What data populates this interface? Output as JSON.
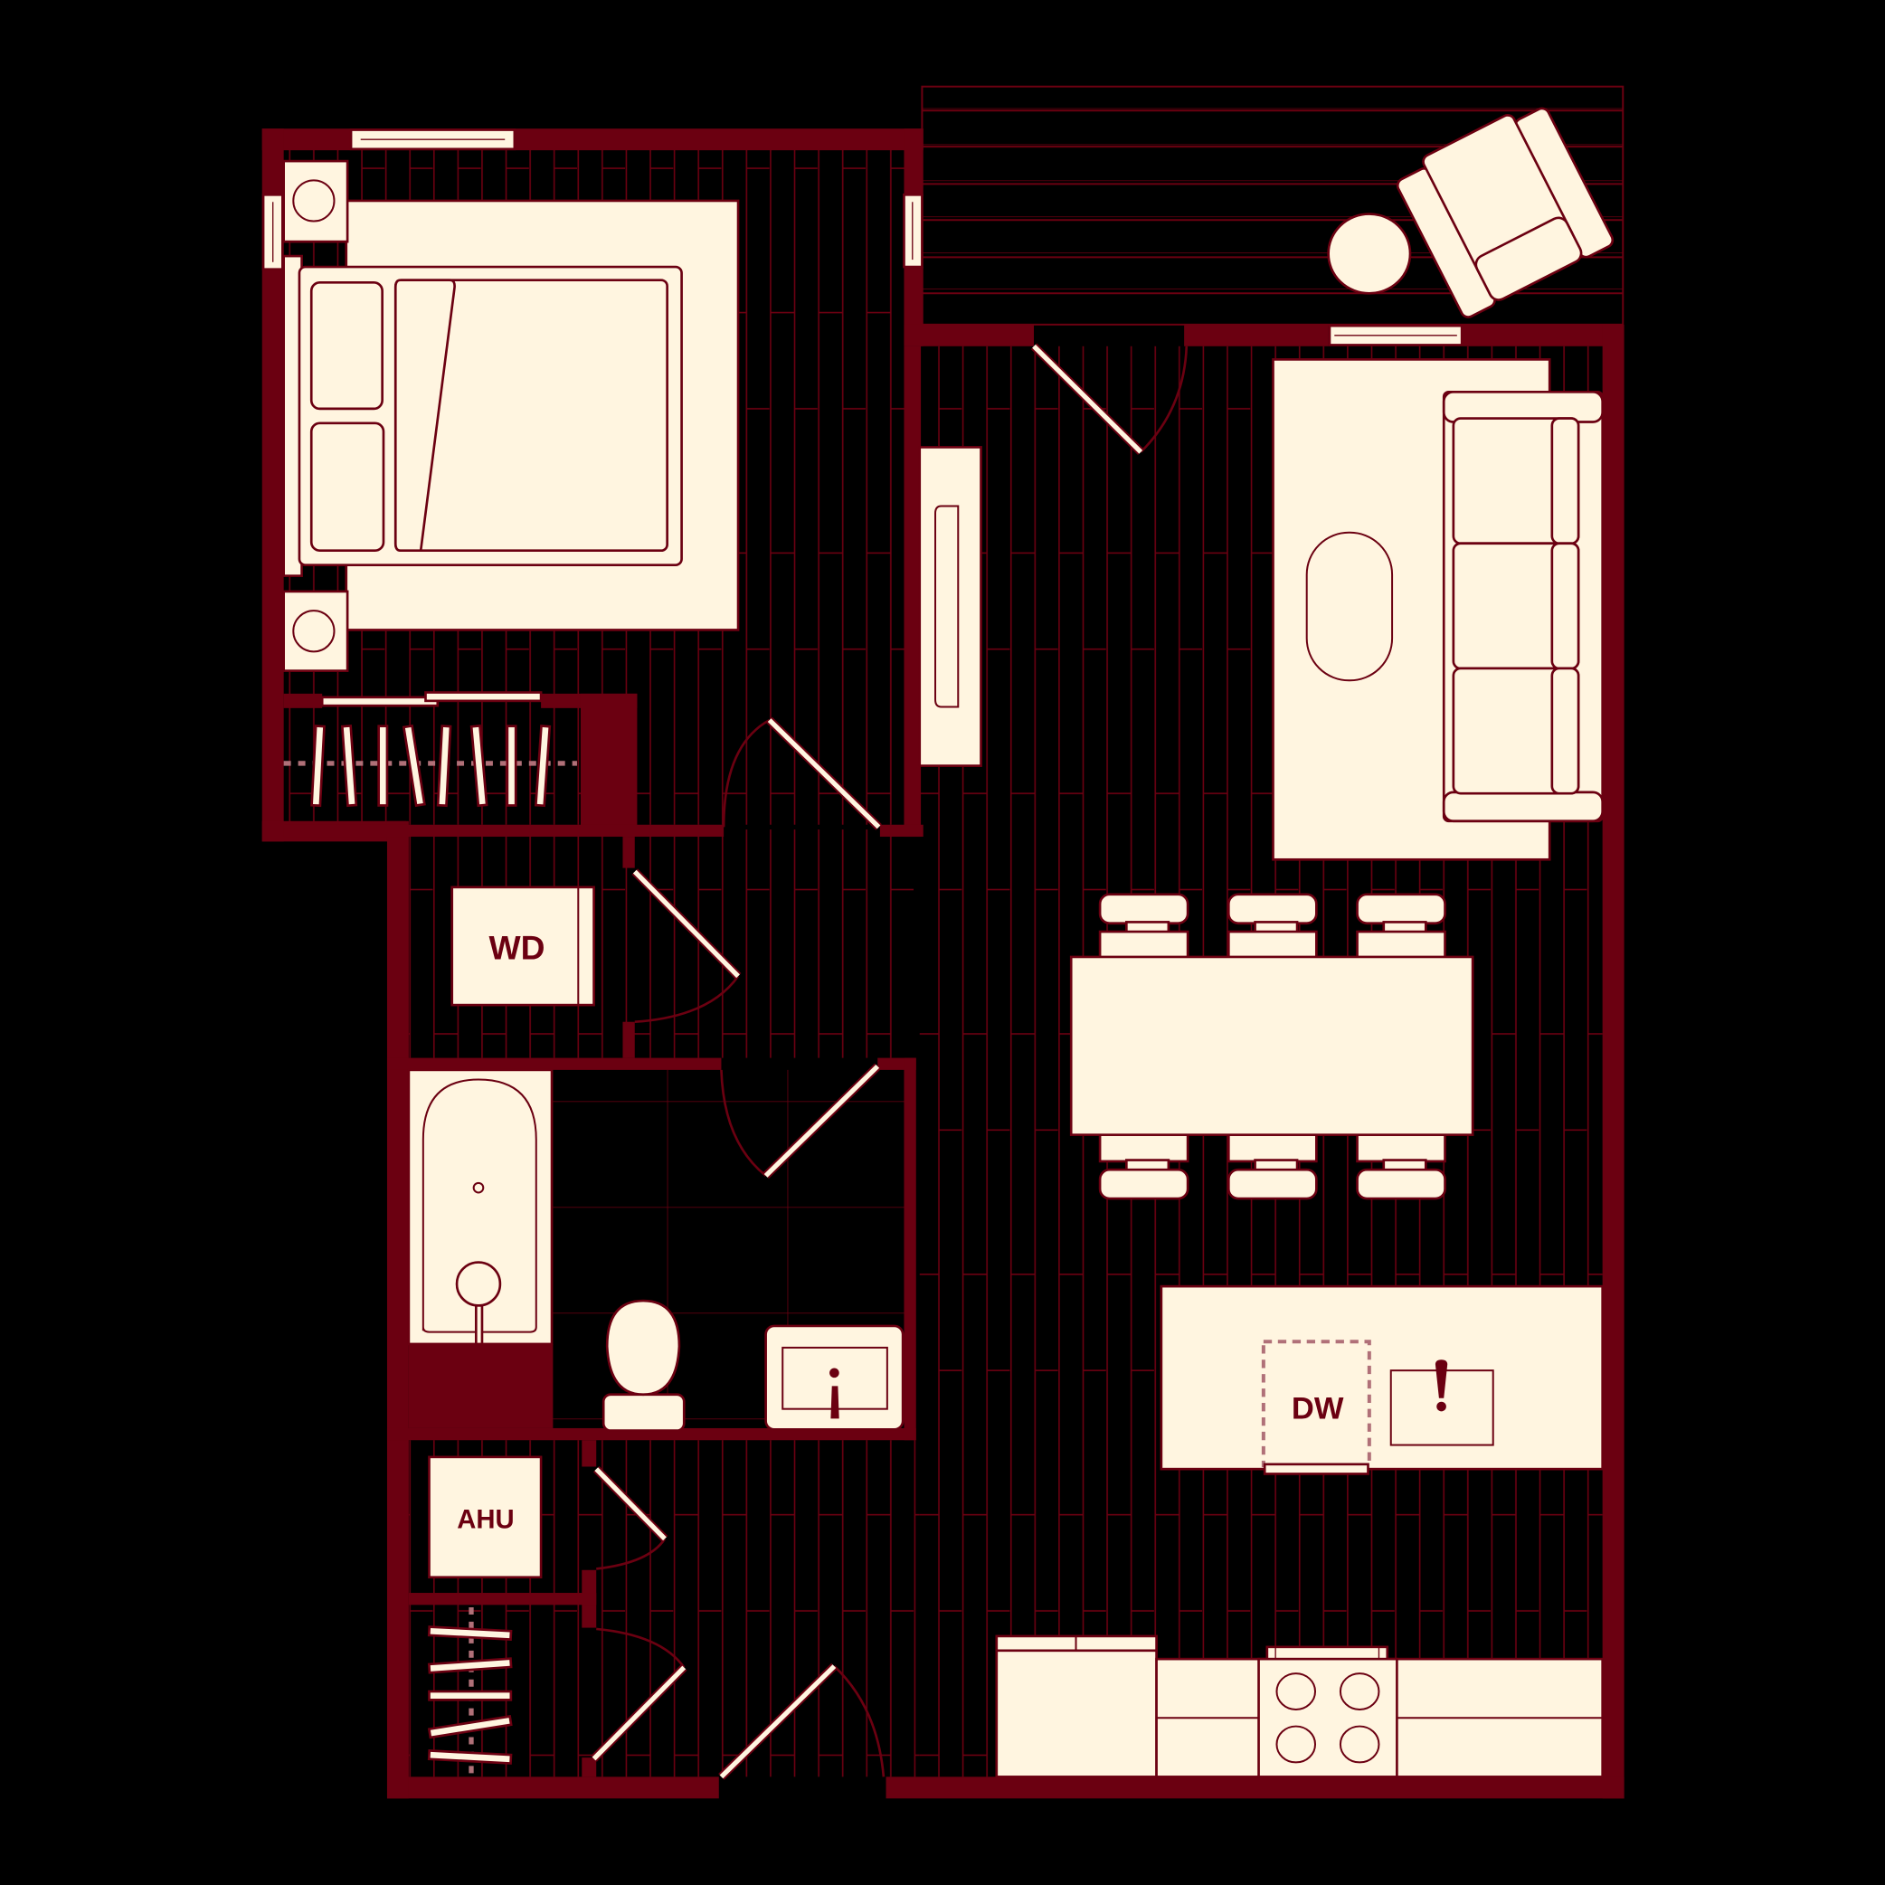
{
  "plan": {
    "type": "apartment floor plan",
    "colors": {
      "wall": "#6b0011",
      "furniture": "#fff5e0",
      "floor": "#000000"
    },
    "rooms": [
      {
        "id": "bedroom",
        "furniture": [
          "queen-bed",
          "nightstand",
          "nightstand",
          "rug"
        ]
      },
      {
        "id": "bedroom-closet",
        "furniture": [
          "hanging-rod",
          "hangers"
        ]
      },
      {
        "id": "laundry",
        "furniture": [
          "washer-dryer"
        ]
      },
      {
        "id": "bathroom",
        "furniture": [
          "bathtub",
          "toilet",
          "vanity-sink"
        ]
      },
      {
        "id": "mechanical",
        "furniture": [
          "air-handler"
        ]
      },
      {
        "id": "entry-closet",
        "furniture": [
          "hanging-rod",
          "hangers"
        ]
      },
      {
        "id": "living",
        "furniture": [
          "sofa",
          "coffee-table",
          "rug",
          "tv-console"
        ]
      },
      {
        "id": "dining",
        "furniture": [
          "dining-table",
          "chairs"
        ]
      },
      {
        "id": "kitchen",
        "furniture": [
          "island",
          "dishwasher",
          "sink",
          "refrigerator",
          "range",
          "counter"
        ]
      },
      {
        "id": "balcony",
        "furniture": [
          "lounge-chair",
          "side-table"
        ]
      }
    ]
  },
  "labels": {
    "washer_dryer": "WD",
    "air_handler": "AHU",
    "dishwasher": "DW"
  },
  "counts": {
    "dining_chairs": 6,
    "range_burners": 4,
    "sofa_cushions": 3
  }
}
